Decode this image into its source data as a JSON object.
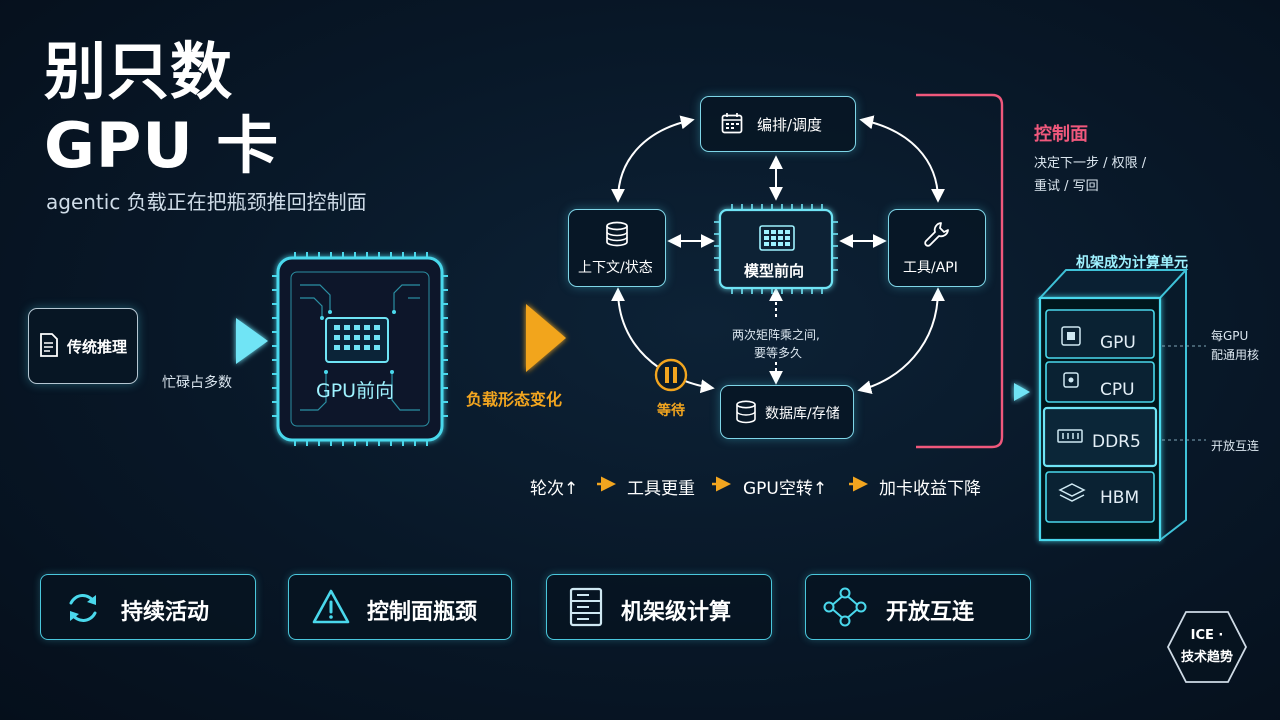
{
  "header": {
    "title_line1": "别只数",
    "title_line2": "GPU 卡",
    "subtitle": "agentic 负载正在把瓶颈推回控制面"
  },
  "left": {
    "traditional": "传统推理",
    "busy_note": "忙碌占多数",
    "gpu_forward": "GPU前向",
    "shape_change": "负载形态变化"
  },
  "loop": {
    "orchestration": "编排/调度",
    "context": "上下文/状态",
    "model_forward": "模型前向",
    "tools": "工具/API",
    "database": "数据库/存储",
    "wait": "等待",
    "gap_note_line1": "两次矩阵乘之间,",
    "gap_note_line2": "要等多久"
  },
  "chain": {
    "item1": "轮次↑",
    "item2": "工具更重",
    "item3": "GPU空转↑",
    "item4": "加卡收益下降"
  },
  "control_plane": {
    "title": "控制面",
    "desc_line1": "决定下一步 / 权限 /",
    "desc_line2": "重试 / 写回"
  },
  "rack": {
    "title": "机架成为计算单元",
    "slots": [
      "GPU",
      "CPU",
      "DDR5",
      "HBM"
    ],
    "note_cores_line1": "每GPU",
    "note_cores_line2": "配通用核",
    "note_interconnect": "开放互连"
  },
  "bottom": {
    "cards": [
      "持续活动",
      "控制面瓶颈",
      "机架级计算",
      "开放互连"
    ]
  },
  "logo": {
    "line1": "ICE ·",
    "line2": "技术趋势"
  },
  "colors": {
    "accent_cyan": "#4ac7dc",
    "accent_orange": "#f2a51f",
    "accent_pink": "#f0587c",
    "background": "#081727"
  }
}
